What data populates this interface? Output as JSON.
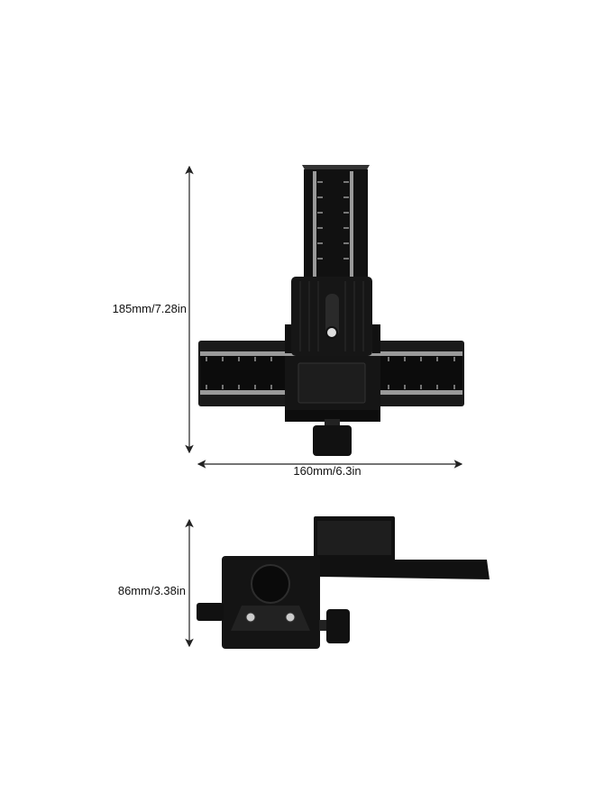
{
  "dimensions": {
    "height_label": "185mm/7.28in",
    "width_label": "160mm/6.3in",
    "side_height_label": "86mm/3.38in"
  },
  "colors": {
    "product": "#111111",
    "scale": "#9a9a9a",
    "arrow": "#222222"
  }
}
